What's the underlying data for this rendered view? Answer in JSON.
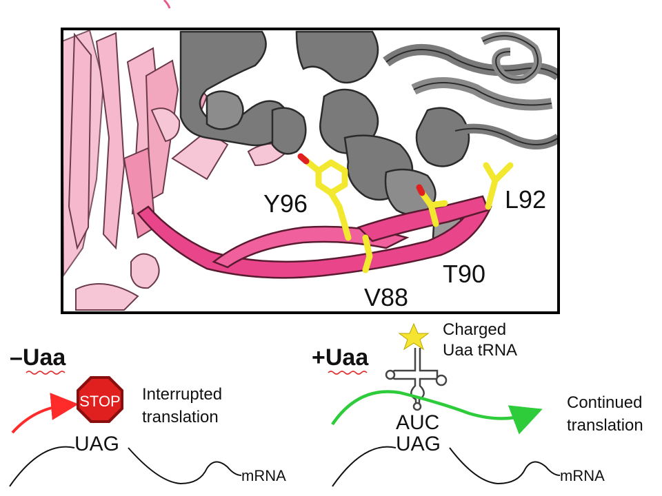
{
  "structure_panel": {
    "residues": [
      "Y96",
      "L92",
      "T90",
      "V88"
    ]
  },
  "left_panel": {
    "heading": "–Uaa",
    "stop_sign_text": "STOP",
    "caption_line1": "Interrupted",
    "caption_line2": "translation",
    "codon": "UAG",
    "mrna_label": "mRNA"
  },
  "right_panel": {
    "heading": "+Uaa",
    "trna_label_line1": "Charged",
    "trna_label_line2": "Uaa tRNA",
    "anticodon": "AUC",
    "codon": "UAG",
    "caption_line1": "Continued",
    "caption_line2": "translation",
    "mrna_label": "mRNA"
  },
  "colors": {
    "frame": "#000000",
    "gray_protein": "#7a7a7a",
    "light_pink": "#f2a7bf",
    "hot_pink": "#e8458a",
    "side_chain": "#f2e830",
    "oxygen": "#e02020",
    "stop_red": "#e0201e",
    "red_arrow": "#ff2a2a",
    "green_arrow": "#2ecc3a",
    "star": "#f5e431"
  }
}
